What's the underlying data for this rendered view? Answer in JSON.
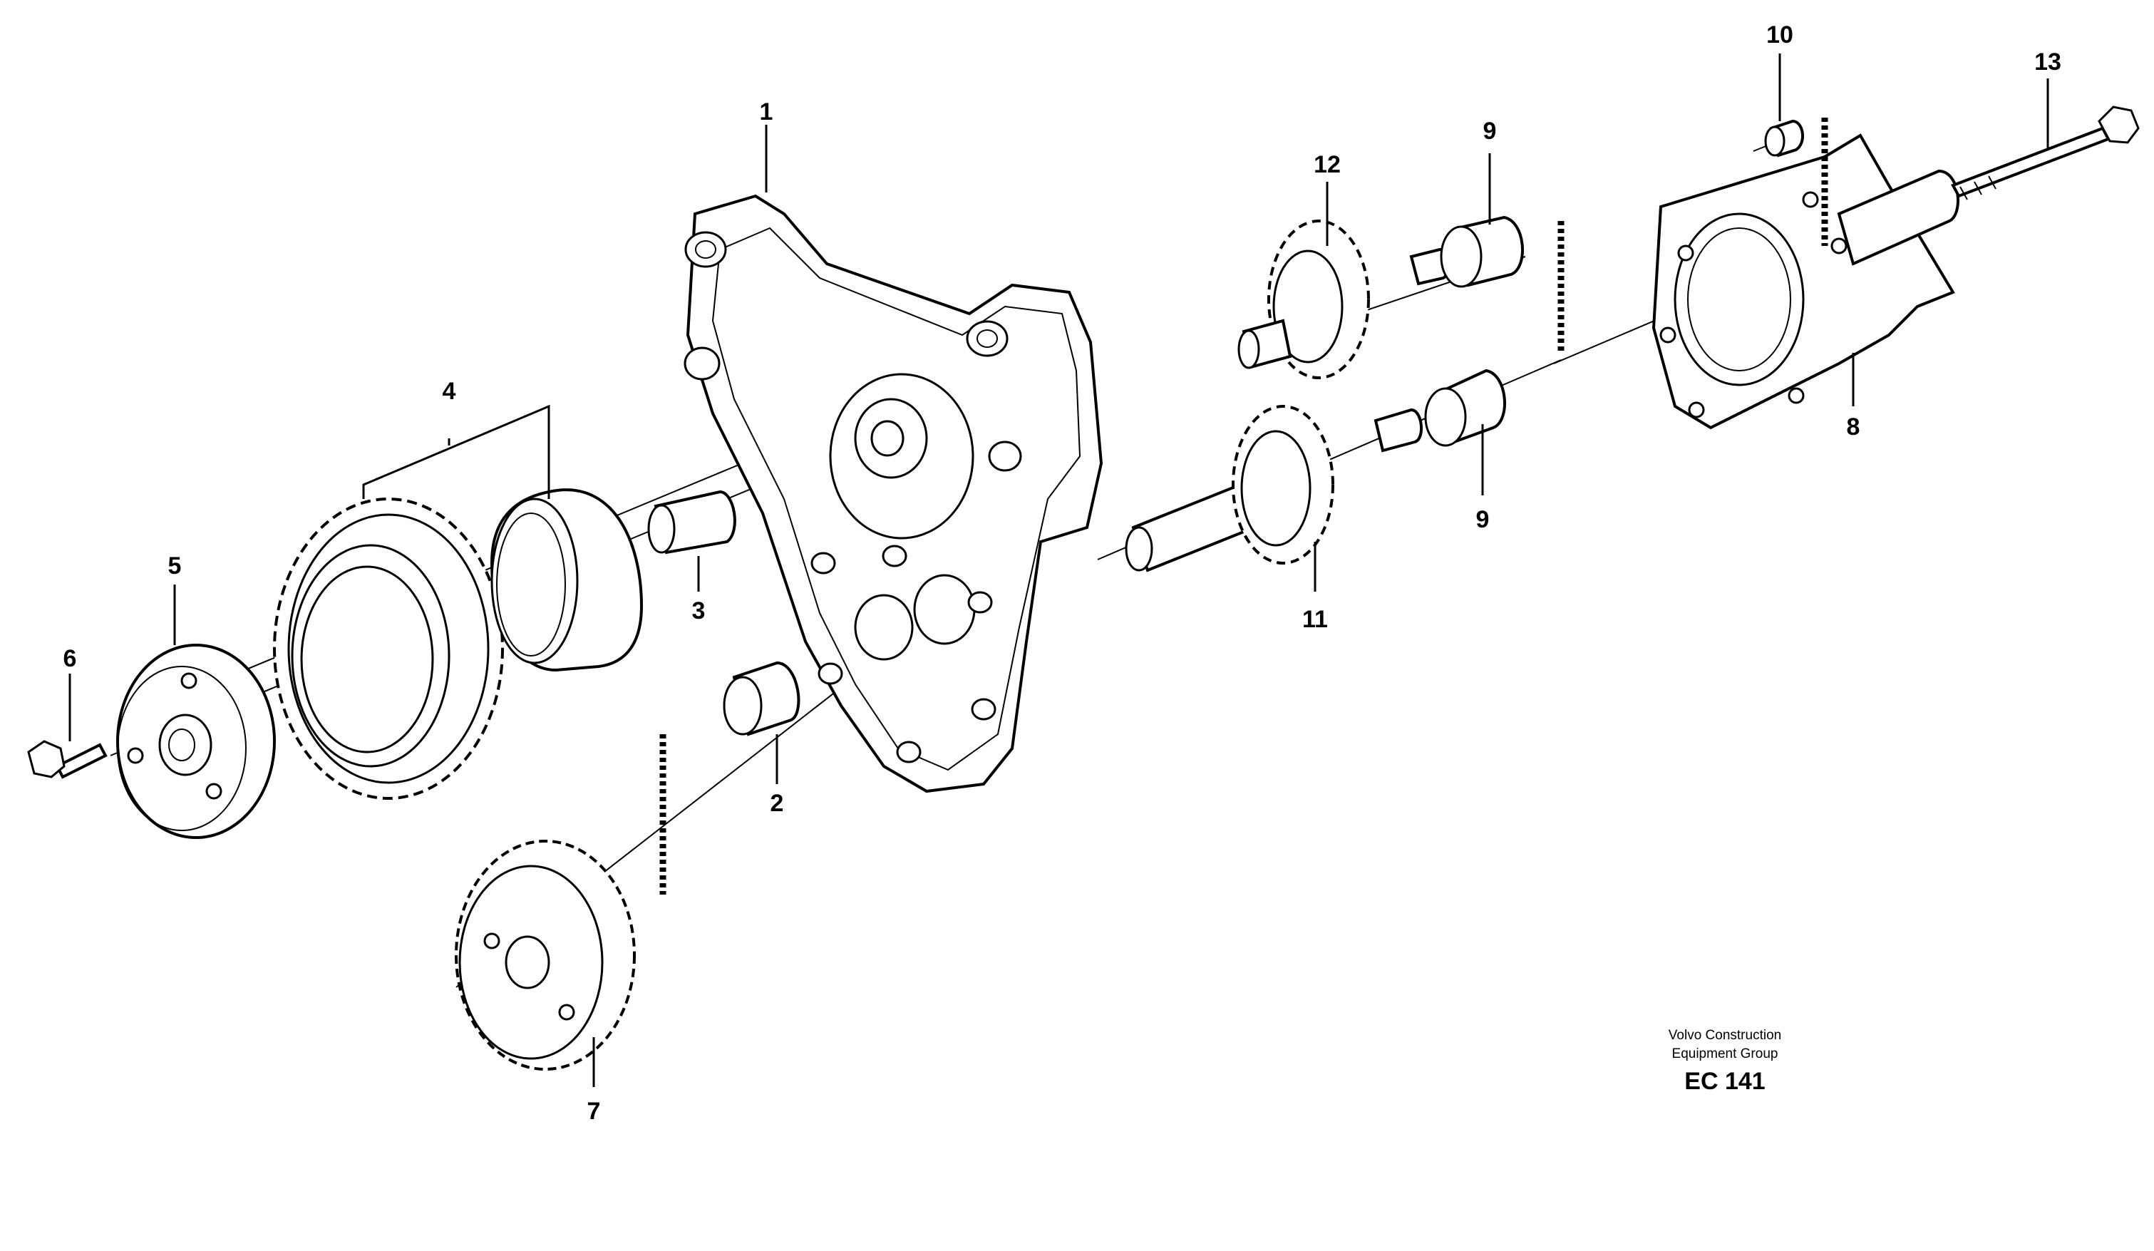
{
  "callouts": {
    "c1": "1",
    "c2": "2",
    "c3": "3",
    "c4": "4",
    "c5": "5",
    "c6": "6",
    "c7": "7",
    "c8": "8",
    "c9a": "9",
    "c9b": "9",
    "c10": "10",
    "c11": "11",
    "c12": "12",
    "c13": "13"
  },
  "footer": {
    "line1": "Volvo Construction",
    "line2": "Equipment Group",
    "code": "EC 141"
  }
}
